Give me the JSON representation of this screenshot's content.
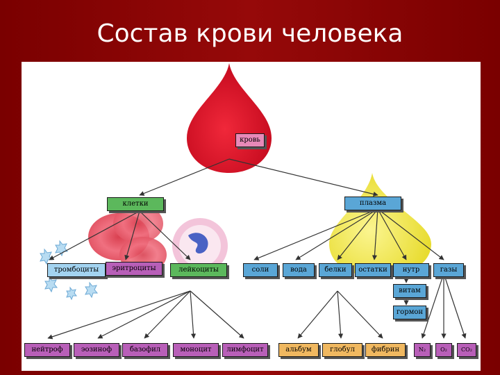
{
  "title": "Состав крови человека",
  "nodes": {
    "root": "кровь",
    "cells": "клетки",
    "plasma": "плазма",
    "thrombocytes": "тромбоциты",
    "erythrocytes": "эритроциты",
    "leukocytes": "лейкоциты",
    "salts": "соли",
    "water": "вода",
    "proteins": "белки",
    "residues": "остатки",
    "nutrients": "нутр",
    "gases": "газы",
    "vitamins": "витам",
    "hormones": "гормон",
    "neutrophils": "нейтроф",
    "eosinophils": "эозиноф",
    "basophils": "базофил",
    "monocytes": "моноцит",
    "lymphocytes": "лимфоцит",
    "albumins": "альбум",
    "globulins": "глобул",
    "fibrinogen": "фибрин",
    "n2": "N₂",
    "o2": "O₂",
    "co2": "CO₂"
  },
  "colors": {
    "background": "#8b0a0a",
    "blood_drop": "#e0182c",
    "plasma_drop": "#f2e84a",
    "green_box": "#5cb85c",
    "blue_box": "#5aa6d6",
    "purple_box": "#b85fb8",
    "orange_box": "#f0b860",
    "pink_box": "#e889b8"
  },
  "icons": {
    "blood_drop": "red-blood-drop",
    "plasma_drop": "yellow-plasma-drop",
    "red_cells": "erythrocyte-discs",
    "white_cell": "leukocyte-cell",
    "platelets": "platelet-stars"
  }
}
